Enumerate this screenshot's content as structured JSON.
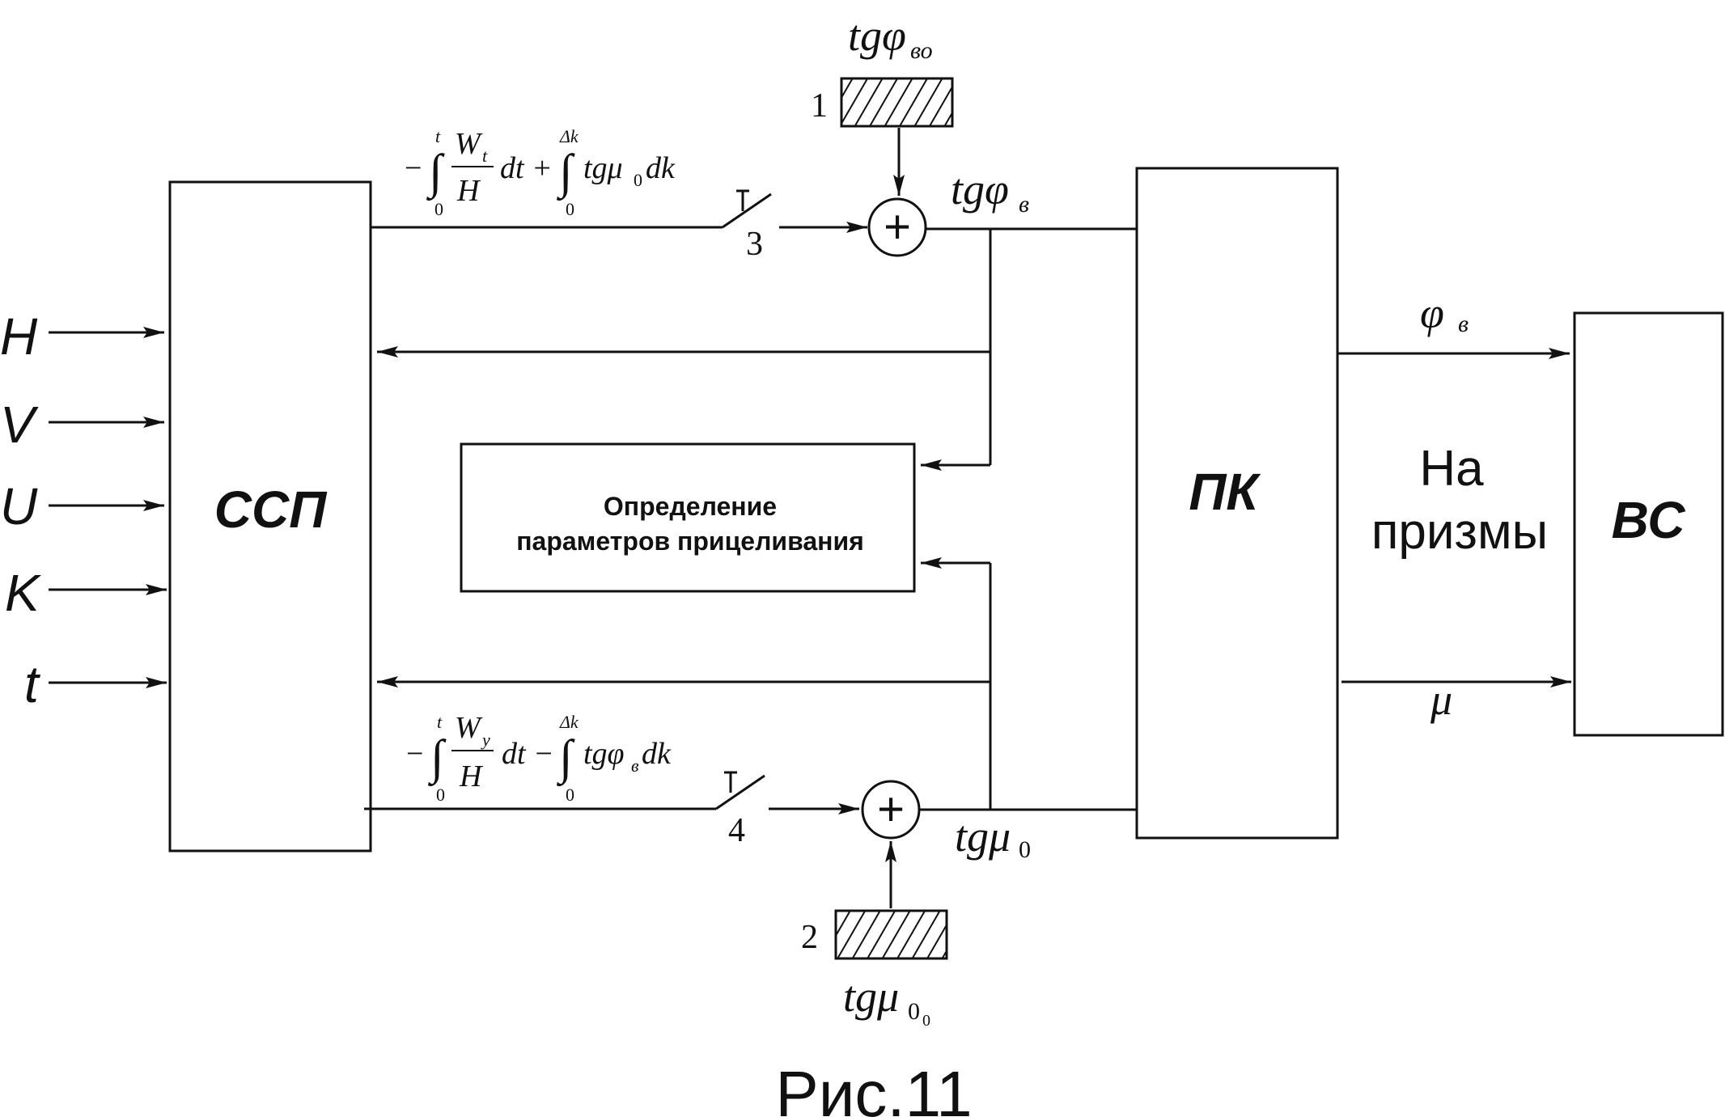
{
  "blocks": {
    "ssp": "ССП",
    "pk": "ПК",
    "vs": "ВС",
    "aim_line1": "Определение",
    "aim_line2": "параметров прицеливания"
  },
  "inputs": [
    "H",
    "V",
    "U",
    "K",
    "t"
  ],
  "integral_top": {
    "minus": "−",
    "upper1": "t",
    "lower1": "0",
    "num": "W",
    "num_sub": "t",
    "den": "H",
    "mid": "dt +",
    "upper2": "Δk",
    "lower2": "0",
    "tail": "tgμ",
    "tail_sub": "0",
    "tail_end": "dk"
  },
  "integral_bottom": {
    "minus": "−",
    "upper1": "t",
    "lower1": "0",
    "num": "W",
    "num_sub": "y",
    "den": "H",
    "mid": "dt −",
    "upper2": "Δk",
    "lower2": "0",
    "tail": "tgφ",
    "tail_sub": "в",
    "tail_end": "dk"
  },
  "signals": {
    "tgphi_v0_base": "tgφ",
    "tgphi_v0_sub": "во",
    "tgphi_v_base": "tgφ",
    "tgphi_v_sub": "в",
    "tgmu0_base": "tgμ",
    "tgmu0_sub": "0",
    "tgmu00_base": "tgμ",
    "tgmu00_sub": "0",
    "tgmu00_subsub": "0",
    "phi_v_base": "φ",
    "phi_v_sub": "в",
    "mu": "μ"
  },
  "prisms_line1": "На",
  "prisms_line2": "призмы",
  "numbers": {
    "n1": "1",
    "n2": "2",
    "n3": "3",
    "n4": "4"
  },
  "summer_symbol": "+",
  "caption": "Рис.11"
}
